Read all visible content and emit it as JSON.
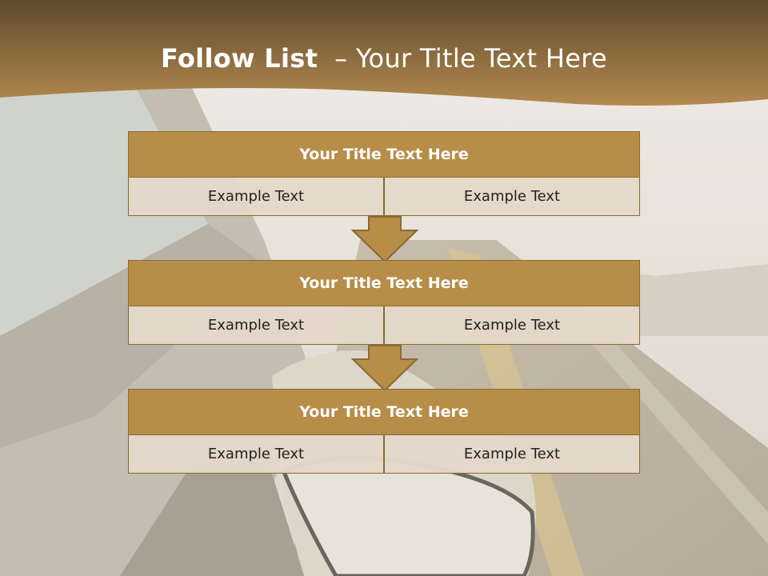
{
  "slide": {
    "title_bold": "Follow List",
    "title_rest": "– Your Title Text Here",
    "blocks": [
      {
        "title": "Your Title Text Here",
        "left": "Example Text",
        "right": "Example Text"
      },
      {
        "title": "Your Title Text Here",
        "left": "Example Text",
        "right": "Example Text"
      },
      {
        "title": "Your Title Text Here",
        "left": "Example Text",
        "right": "Example Text"
      }
    ]
  },
  "colors": {
    "banner_dark": "#5e4a2c",
    "banner_light": "#b38a4e",
    "header_fill": "#b78d48",
    "cell_fill": "#e4d8c9",
    "border": "#8a6a35"
  }
}
